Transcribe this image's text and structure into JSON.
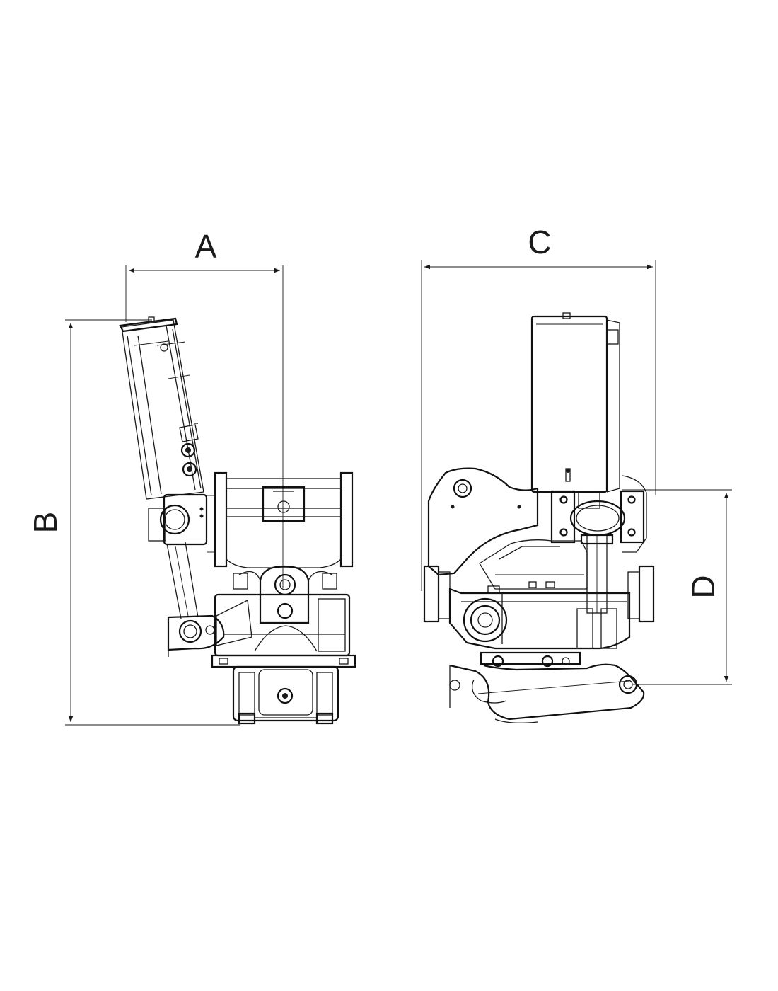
{
  "dimensions": {
    "a": {
      "label": "A"
    },
    "b": {
      "label": "B"
    },
    "c": {
      "label": "C"
    },
    "d": {
      "label": "D"
    }
  },
  "colors": {
    "line": "#1a1a1a",
    "background": "#ffffff"
  }
}
